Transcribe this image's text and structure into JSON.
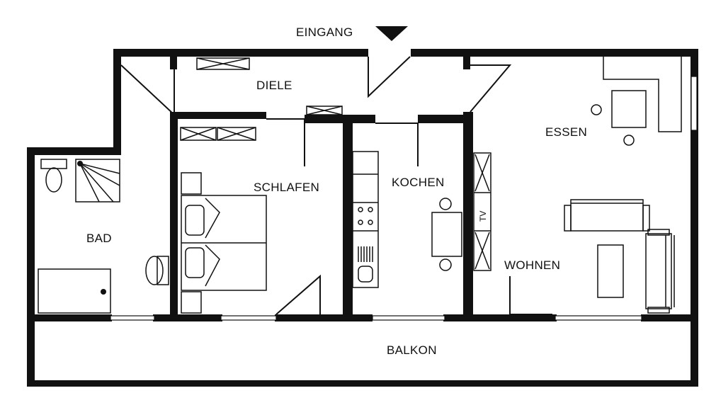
{
  "rooms": {
    "entrance": "EINGANG",
    "hall": "DIELE",
    "bedroom": "SCHLAFEN",
    "kitchen": "KOCHEN",
    "dining": "ESSEN",
    "living": "WOHNEN",
    "bath": "BAD",
    "balcony": "BALKON"
  },
  "furniture": {
    "tv_label": "TV"
  }
}
